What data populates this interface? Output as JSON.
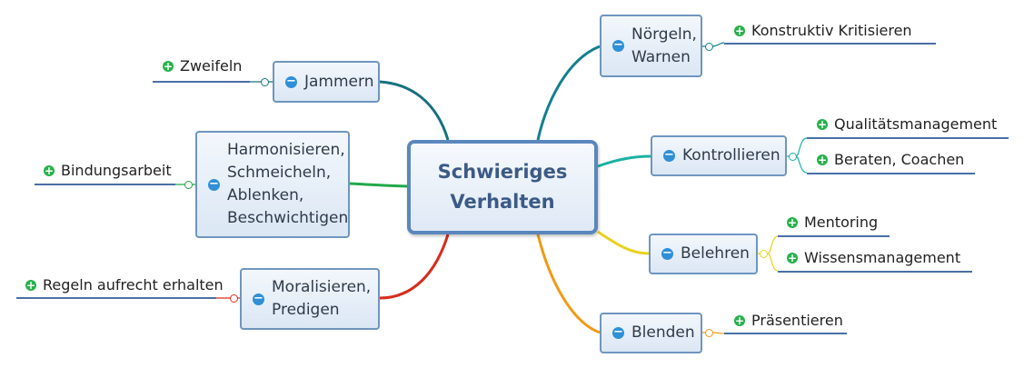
{
  "central_topic": [
    "Schwieriges",
    "Verhalten"
  ],
  "topics": {
    "noergeln": [
      "Nörgeln,",
      "Warnen"
    ],
    "jammern": [
      "Jammern"
    ],
    "harmonisieren": [
      "Harmonisieren,",
      "Schmeicheln,",
      "Ablenken,",
      "Beschwichtigen"
    ],
    "moralisieren": [
      "Moralisieren,",
      "Predigen"
    ],
    "kontrollieren": [
      "Kontrollieren"
    ],
    "belehren": [
      "Belehren"
    ],
    "blenden": [
      "Blenden"
    ]
  },
  "subtopics": {
    "konstruktiv": "Konstruktiv Kritisieren",
    "zweifeln": "Zweifeln",
    "bindungsarbeit": "Bindungsarbeit",
    "regeln": "Regeln aufrecht erhalten",
    "qualitaet": "Qualitätsmanagement",
    "beraten": "Beraten, Coachen",
    "mentoring": "Mentoring",
    "wissen": "Wissensmanagement",
    "praesentieren": "Präsentieren"
  },
  "colors": {
    "noergeln": "#127f8f",
    "jammern": "#17717f",
    "harmonisieren": "#22a84a",
    "moralisieren": "#d62d1e",
    "kontrollieren": "#1ab3a3",
    "belehren": "#e8d21d",
    "blenden": "#f09a14",
    "leaf_underline": "#4a6fa5"
  },
  "icons": {
    "expanded": "minus-circle-icon",
    "collapsed": "plus-circle-icon"
  }
}
